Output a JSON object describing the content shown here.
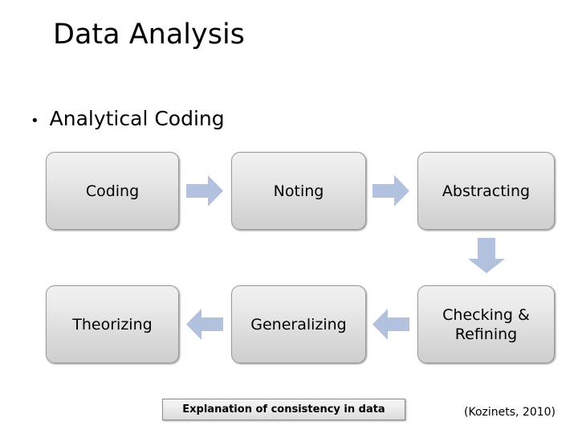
{
  "slide": {
    "title": "Data Analysis",
    "bullet": {
      "marker": "•",
      "text": "Analytical Coding"
    },
    "caption": "Explanation of consistency in data",
    "citation": "(Kozinets, 2010)"
  },
  "process": {
    "boxes": [
      {
        "id": "coding",
        "label": "Coding"
      },
      {
        "id": "noting",
        "label": "Noting"
      },
      {
        "id": "abstracting",
        "label": "Abstracting"
      },
      {
        "id": "theorizing",
        "label": "Theorizing"
      },
      {
        "id": "generalizing",
        "label": "Generalizing"
      },
      {
        "id": "checking",
        "label": "Checking &\nRefining"
      }
    ],
    "arrows": [
      {
        "id": "coding-to-noting",
        "direction": "right",
        "icon": "arrow-right-icon"
      },
      {
        "id": "noting-to-abstracting",
        "direction": "right",
        "icon": "arrow-right-icon"
      },
      {
        "id": "abstracting-to-checking",
        "direction": "down",
        "icon": "arrow-down-icon"
      },
      {
        "id": "checking-to-generalizing",
        "direction": "left",
        "icon": "arrow-left-icon"
      },
      {
        "id": "generalizing-to-theorizing",
        "direction": "left",
        "icon": "arrow-left-icon"
      }
    ]
  },
  "colors": {
    "arrow_fill": "#b2c1dd",
    "box_gradient_top": "#f1f1f1",
    "box_gradient_bottom": "#cfcfcf",
    "box_border": "#9a9a9a",
    "text": "#000000",
    "background": "#ffffff"
  }
}
